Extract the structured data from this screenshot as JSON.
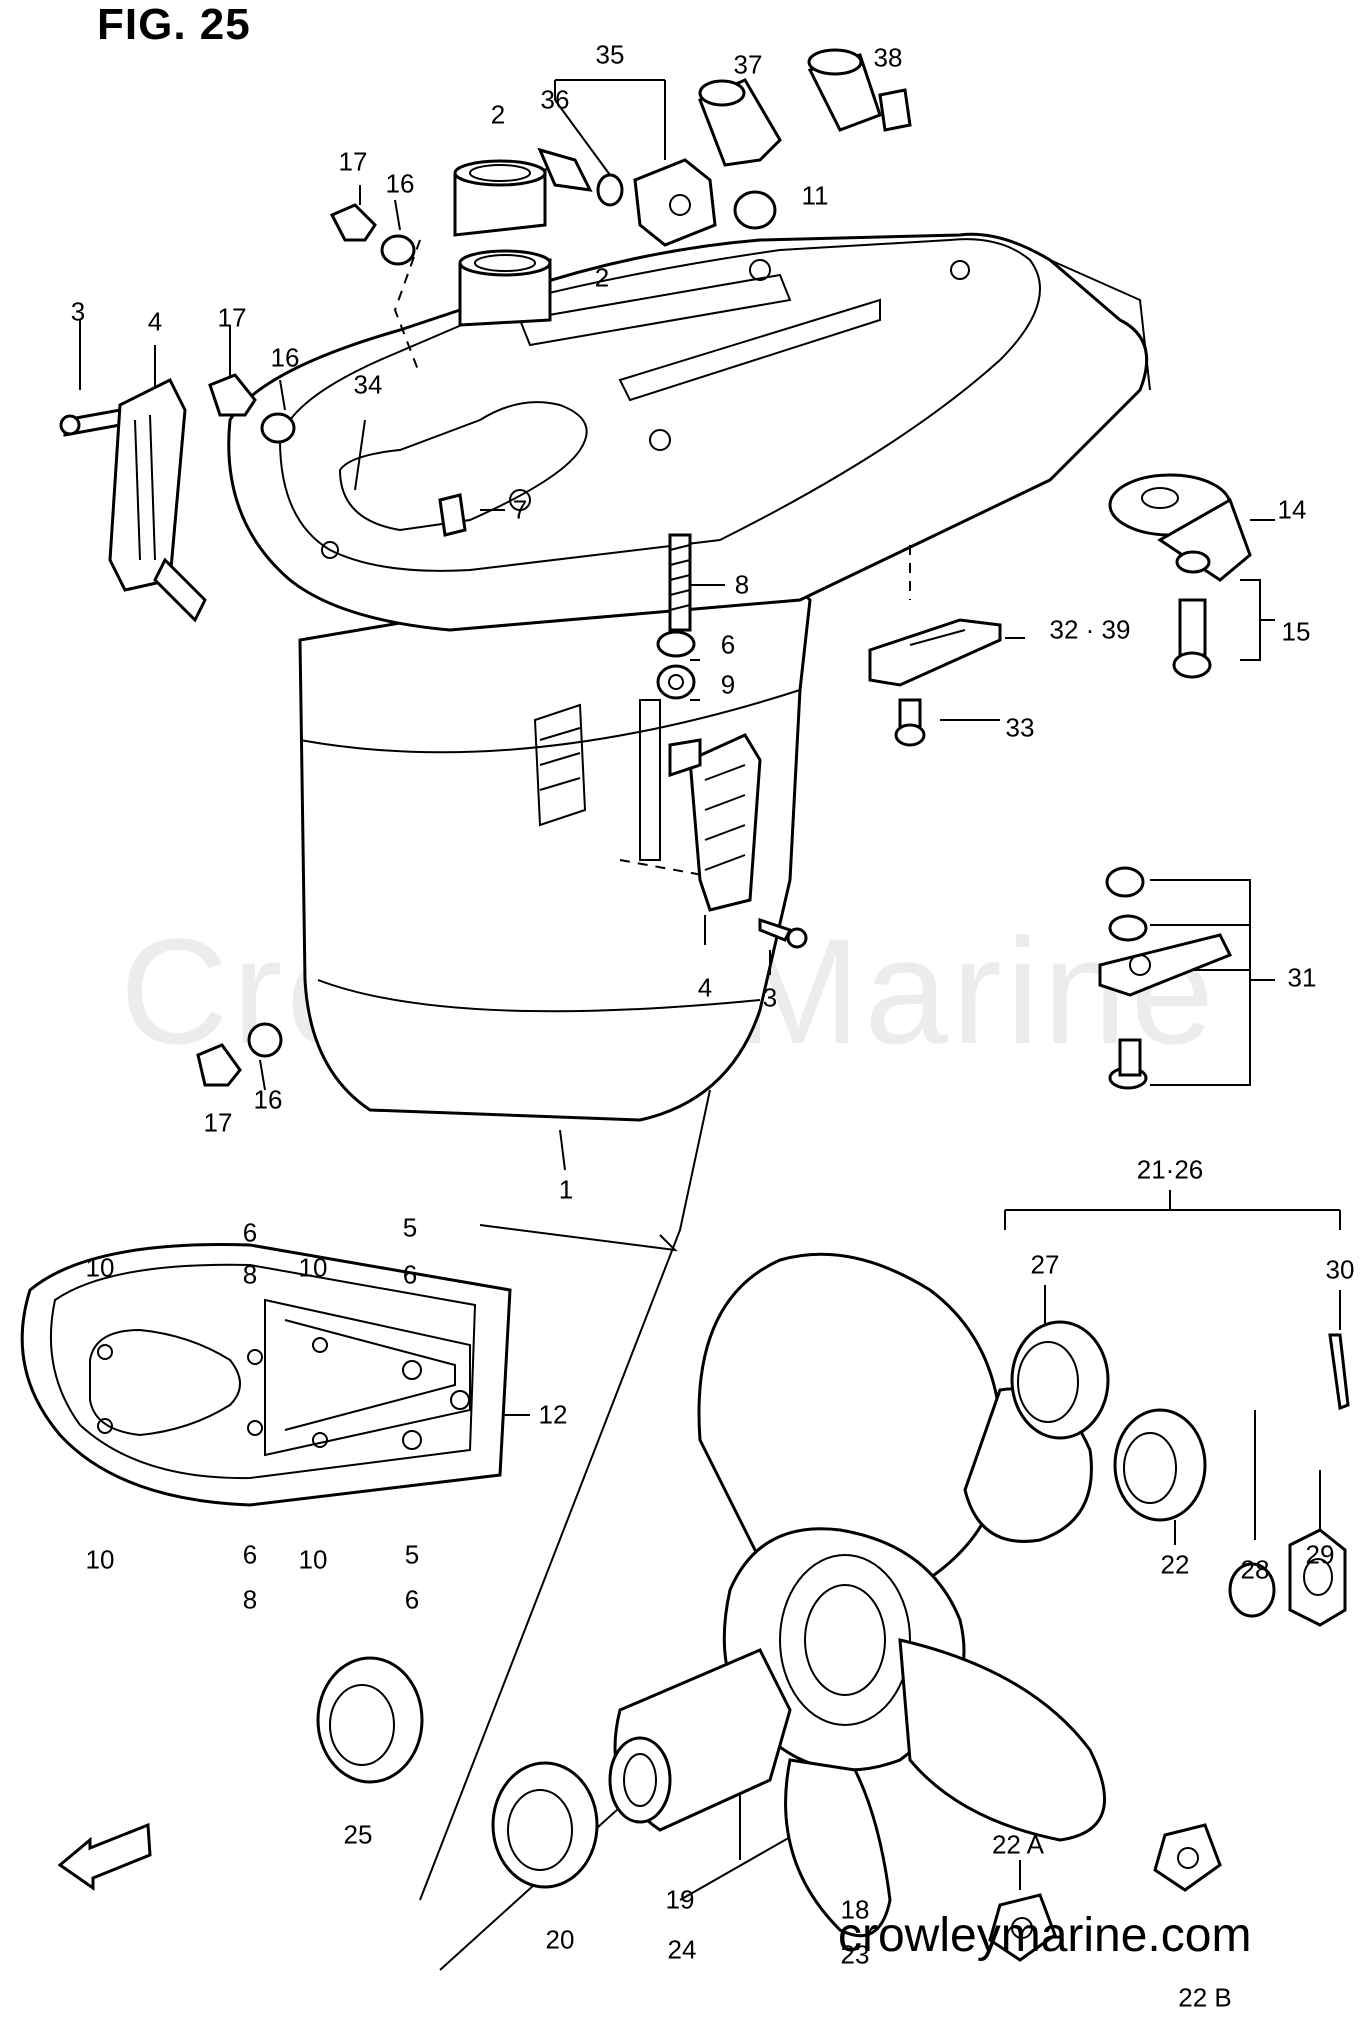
{
  "figure": {
    "title": "FIG. 25"
  },
  "watermark": "Crowley Marine",
  "site": "crowleymarine.com",
  "fwd_label": "FWD",
  "labels": {
    "l35": "35",
    "l37": "37",
    "l38": "38",
    "l36": "36",
    "l2a": "2",
    "l2b": "2",
    "l11": "11",
    "l17a": "17",
    "l16a": "16",
    "l3a": "3",
    "l4a": "4",
    "l17b": "17",
    "l16b": "16",
    "l34": "34",
    "l7": "7",
    "l8": "8",
    "l6": "6",
    "l9": "9",
    "l14": "14",
    "l32": "32 · 39",
    "l15": "15",
    "l33": "33",
    "l31": "31",
    "l4b": "4",
    "l3b": "3",
    "l17c": "17",
    "l16c": "16",
    "l1": "1",
    "l2126": "21·26",
    "l27": "27",
    "l30": "30",
    "l22": "22",
    "l12": "12",
    "g10a": "10",
    "g10b": "10",
    "g10c": "10",
    "g10d": "10",
    "g6a": "6",
    "g8a": "8",
    "g5a": "5",
    "g6b": "6",
    "g6c": "6",
    "g8b": "8",
    "g5b": "5",
    "g6d": "6",
    "l28": "28",
    "l29": "29",
    "l25": "25",
    "l19": "19",
    "l24": "24",
    "l20": "20",
    "l18": "18",
    "l23": "23",
    "l22a": "22 A",
    "l22b": "22 B"
  }
}
